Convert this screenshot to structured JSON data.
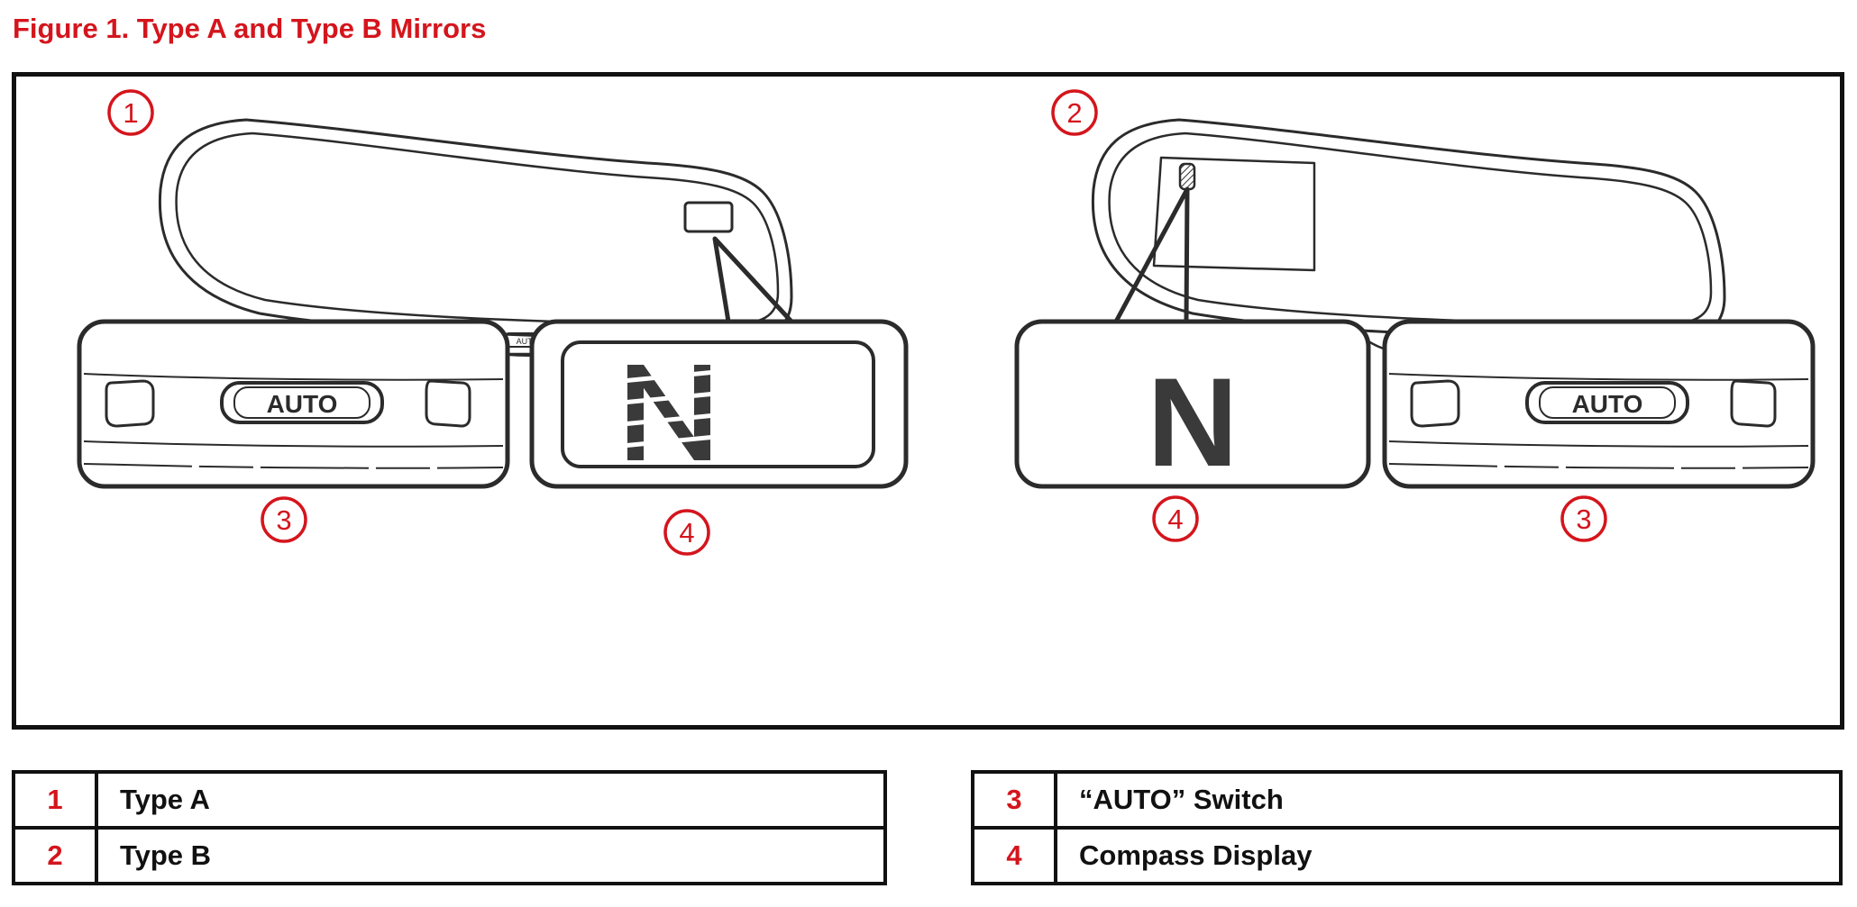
{
  "figure": {
    "title": "Figure 1.  Type A and Type B Mirrors"
  },
  "diagram": {
    "callouts": [
      "1",
      "2",
      "3",
      "4",
      "4",
      "3"
    ],
    "switch_label": "AUTO",
    "compass_letter": "N",
    "accent_color": "#d4151d",
    "line_color": "#2b2b2b"
  },
  "legend": {
    "left": [
      {
        "num": "1",
        "label": "Type A"
      },
      {
        "num": "2",
        "label": "Type B"
      }
    ],
    "right": [
      {
        "num": "3",
        "label": "“AUTO” Switch"
      },
      {
        "num": "4",
        "label": "Compass Display"
      }
    ]
  }
}
